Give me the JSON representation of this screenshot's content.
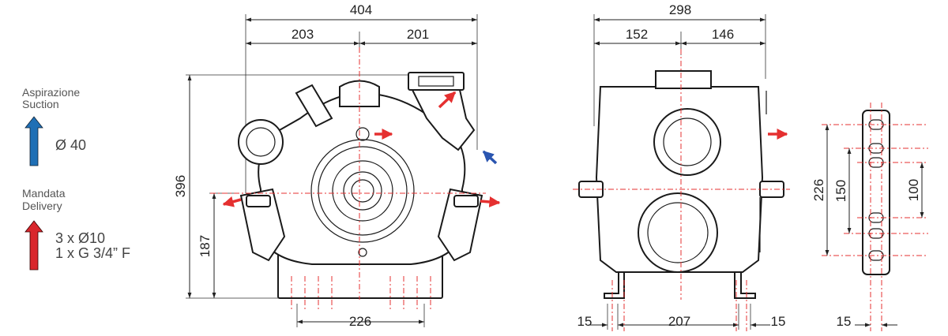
{
  "legend": {
    "suction_it": "Aspirazione",
    "suction_en": "Suction",
    "suction_value": "Ø 40",
    "delivery_it": "Mandata",
    "delivery_en": "Delivery",
    "delivery_line1": "3 x Ø10",
    "delivery_line2": "1 x G 3/4” F",
    "colors": {
      "suction_arrow": "#1f6fb5",
      "delivery_arrow": "#d9262c",
      "centerline": "#e53030"
    }
  },
  "front_view": {
    "overall_width": "404",
    "left_half": "203",
    "right_half": "201",
    "overall_height": "396",
    "axis_height": "187",
    "base_width": "226"
  },
  "side_view": {
    "overall_width": "298",
    "left_half": "152",
    "right_half": "146",
    "foot_left": "15",
    "foot_span": "207",
    "foot_right": "15"
  },
  "bracket_view": {
    "outer": "226",
    "middle": "150",
    "inner": "100",
    "thickness": "15"
  }
}
